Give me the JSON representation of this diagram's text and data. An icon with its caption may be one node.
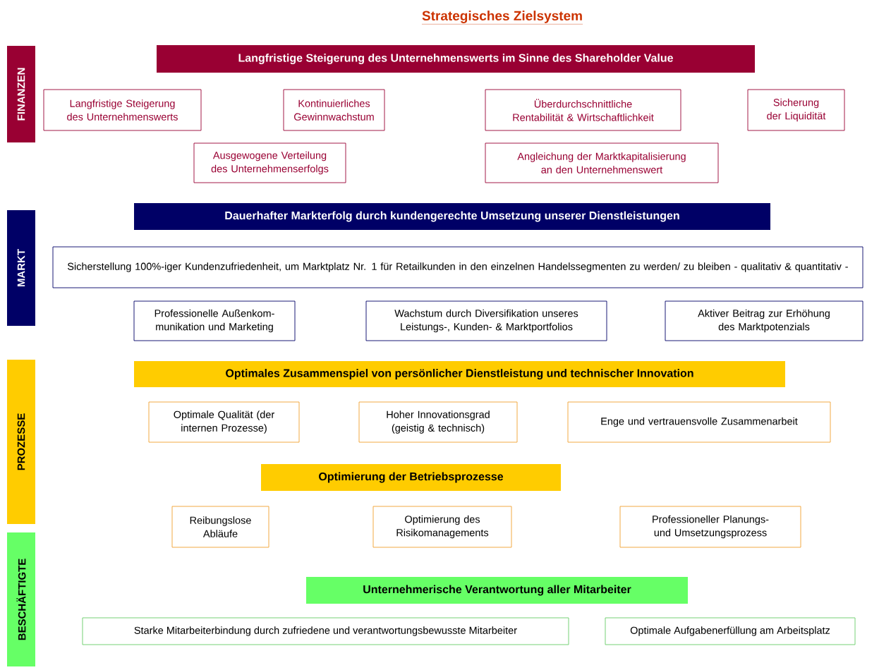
{
  "diagram": {
    "title": "Strategisches Zielsystem",
    "nodes": [
      {
        "text": [
          "FINANZEN"
        ]
      },
      {
        "text": [
          "Langfristige Steigerung des Unternehmenswerts im Sinne des Shareholder Value"
        ]
      },
      {
        "text": [
          "Langfristige Steigerung des Unternehmenswerts"
        ]
      },
      {
        "text": [
          "Kontinuierliches Gewinnwachstum"
        ]
      },
      {
        "text": [
          "Überdurchschnittliche Rentabilität & Wirtschaftlichkeit"
        ]
      },
      {
        "text": [
          "Sicherung der Liquidität"
        ]
      },
      {
        "text": [
          "Ausgewogene Verteilung des Unternehmenserfolgs"
        ]
      },
      {
        "text": [
          "Angleichung der Marktkapitalisierung an den Unternehmenswert"
        ]
      },
      {
        "text": [
          "MARKT"
        ]
      },
      {
        "text": [
          "Dauerhafter Markterfolg durch kundengerechte Umsetzung unserer Dienstleistungen"
        ]
      },
      {
        "text": [
          "Sicherstellung 100%-iger Kundenzufriedenheit, um Marktplatz Nr. 1 für Retailkunden in den einzelnen Handelssegmenten zu werden/ zu bleiben - qualitativ & quantitativ -"
        ]
      },
      {
        "text": [
          "Professionelle Außenkom- munikation und Marketing"
        ]
      },
      {
        "text": [
          "Wachstum durch Diversifikation unseres Leistungs-, Kunden- & Marktportfolios"
        ]
      },
      {
        "text": [
          "Aktiver Beitrag zur Erhöhung des Marktpotenzials"
        ]
      },
      {
        "text": [
          "PROZESSE"
        ]
      },
      {
        "text": [
          "Optimales Zusammenspiel von persönlicher Dienstleistung und technischer Innovation"
        ]
      },
      {
        "text": [
          "Optimale Qualität (der internen Prozesse)"
        ]
      },
      {
        "text": [
          "Hoher Innovationsgrad (geistig & technisch)"
        ]
      },
      {
        "text": [
          "Enge und vertrauensvolle Zusammenarbeit"
        ]
      },
      {
        "text": [
          "Optimierung der Betriebsprozesse"
        ]
      },
      {
        "text": [
          "Reibungslose Abläufe"
        ]
      },
      {
        "text": [
          "Optimierung des Risikomanagements"
        ]
      },
      {
        "text": [
          "Professioneller Planungs- und Umsetzungsprozess"
        ]
      },
      {
        "text": [
          "BESCHÄFTIGTE"
        ]
      },
      {
        "text": [
          "Unternehmerische Verantwortung aller Mitarbeiter"
        ]
      },
      {
        "text": [
          "Starke Mitarbeiterbindung durch zufriedene und verantwortungsbewusste Mitarbeiter"
        ]
      },
      {
        "text": [
          "Optimale Aufgabenerfüllung am Arbeitsplatz"
        ]
      }
    ]
  }
}
